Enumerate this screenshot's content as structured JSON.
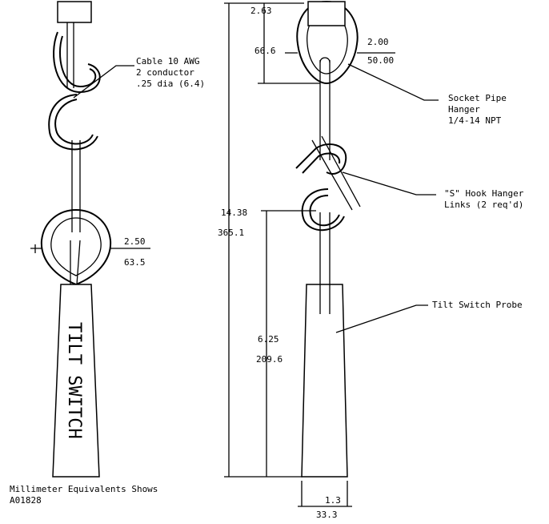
{
  "left_view": {
    "cable_label_line1": "Cable 10 AWG",
    "cable_label_line2": "2 conductor",
    "cable_label_line3": ".25 dia (6.4)",
    "width_in": "2.50",
    "width_mm": "63.5",
    "probe_text": "TILT SWITCH"
  },
  "right_view": {
    "socket_height_in": "2.63",
    "socket_height_mm": "66.6",
    "socket_width_in": "2.00",
    "socket_width_mm": "50.00",
    "total_height_in": "14.38",
    "total_height_mm": "365.1",
    "probe_height_in": "6.25",
    "probe_height_mm": "209.6",
    "bottom_width_in": "1.3",
    "bottom_width_mm": "33.3",
    "socket_label_line1": "Socket Pipe",
    "socket_label_line2": "Hanger",
    "socket_label_line3": "1/4-14 NPT",
    "hook_label_line1": "\"S\" Hook Hanger",
    "hook_label_line2": "Links (2 req'd)",
    "probe_label": "Tilt Switch Probe"
  },
  "footer": {
    "note": "Millimeter Equivalents Shows",
    "code": "A01828"
  }
}
